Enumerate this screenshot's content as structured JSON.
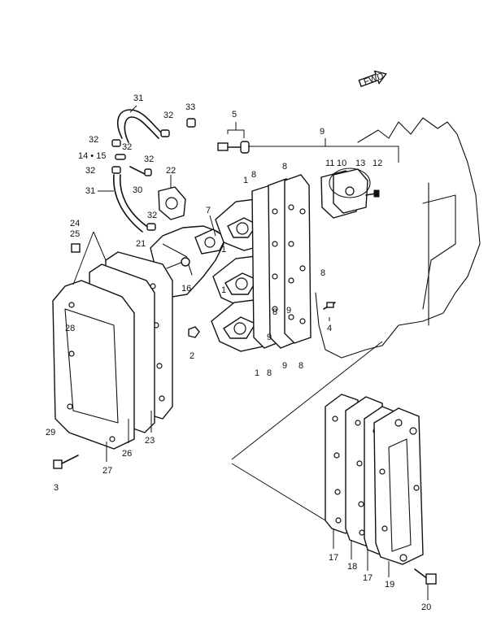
{
  "fwd_label": "FWD",
  "callouts": {
    "c1a": "1",
    "c1b": "1",
    "c1c": "1",
    "c1d": "1",
    "c2": "2",
    "c3": "3",
    "c4": "4",
    "c5": "5",
    "c7": "7",
    "c8a": "8",
    "c8b": "8",
    "c8c": "8",
    "c8d": "8",
    "c8e": "8",
    "c8f": "8",
    "c9a": "9",
    "c9b": "9",
    "c9c": "9",
    "c9d": "9",
    "c10": "10",
    "c11": "11",
    "c12": "12",
    "c13": "13",
    "c1415": "14 • 15",
    "c16": "16",
    "c17a": "17",
    "c17b": "17",
    "c18": "18",
    "c19": "19",
    "c20": "20",
    "c21": "21",
    "c22": "22",
    "c23": "23",
    "c24": "24",
    "c25": "25",
    "c26": "26",
    "c27": "27",
    "c28": "28",
    "c29": "29",
    "c30": "30",
    "c31a": "31",
    "c31b": "31",
    "c32a": "32",
    "c32b": "32",
    "c32c": "32",
    "c32d": "32",
    "c32e": "32",
    "c32f": "32",
    "c33": "33"
  }
}
